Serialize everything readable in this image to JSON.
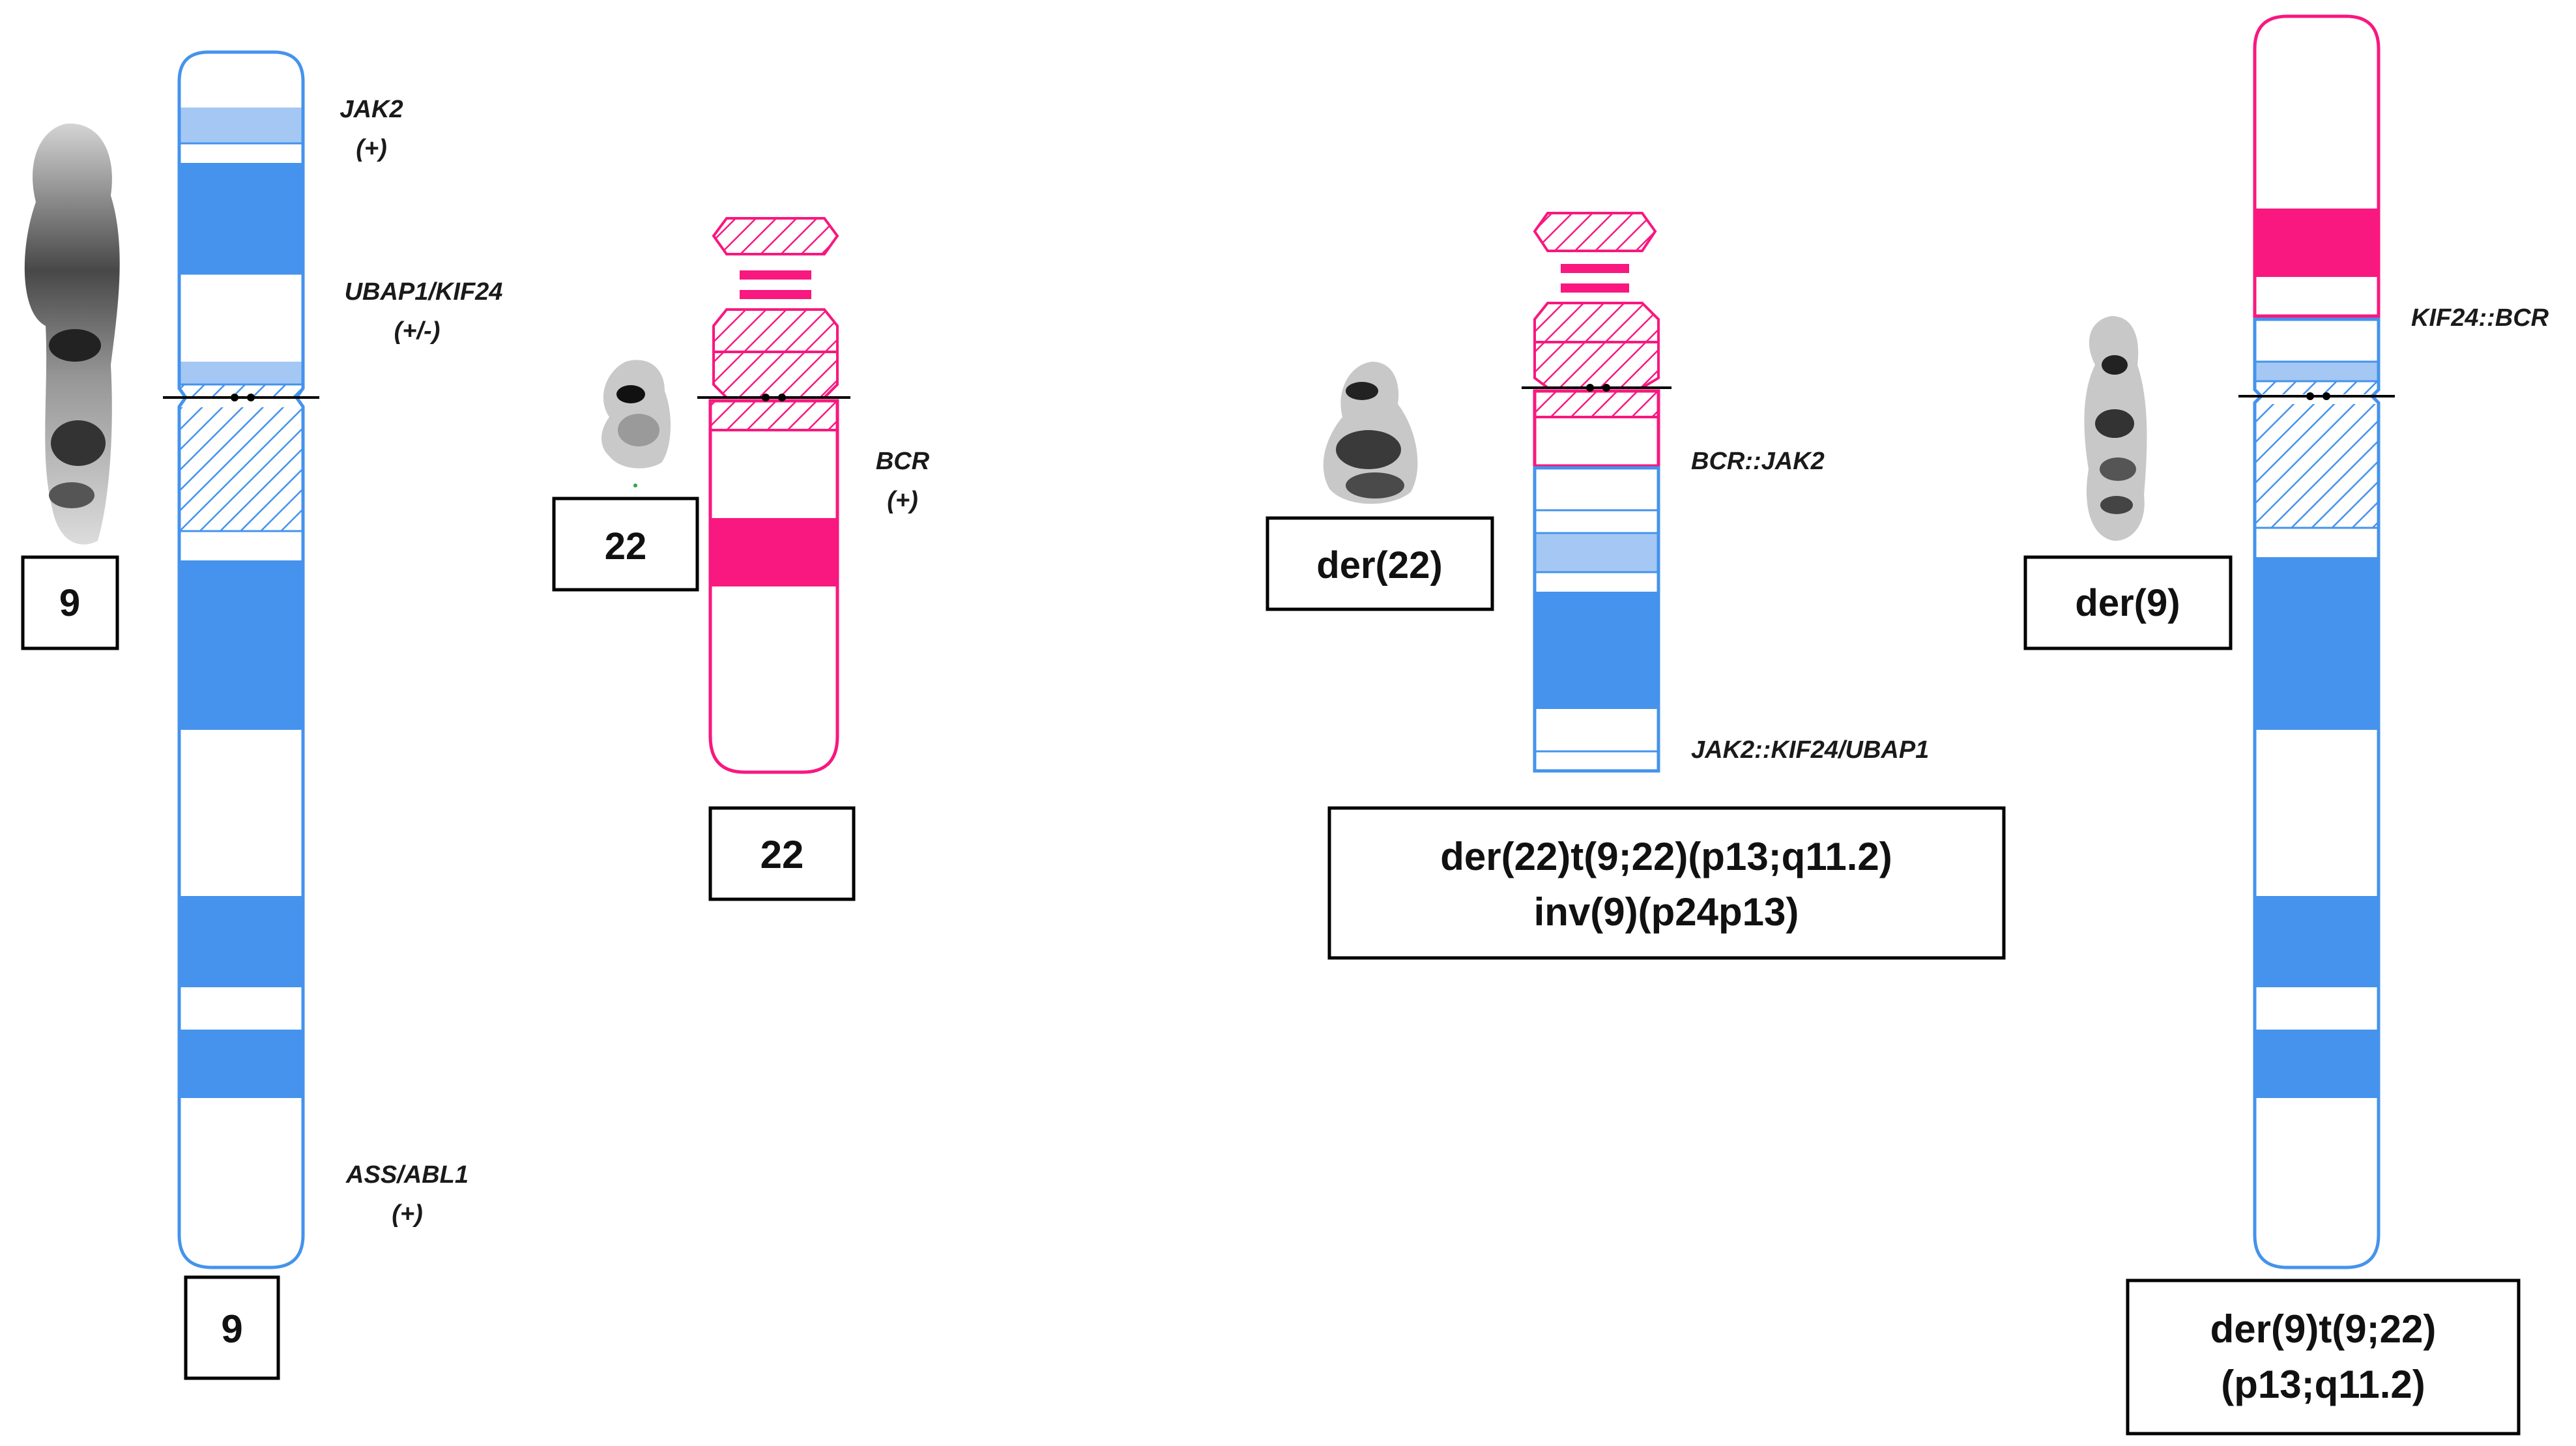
{
  "colors": {
    "blue": "#4593ec",
    "blue_light": "#a4c8f3",
    "pink": "#f8187f",
    "outline_blue": "#4593ec",
    "outline_pink": "#f8187f"
  },
  "chr9": {
    "karyotype_box": "9",
    "ideogram_box": "9",
    "labels": {
      "jak2": "JAK2",
      "jak2_status": "(+)",
      "ubap1": "UBAP1/KIF24",
      "ubap1_status": "(+/-)",
      "abl1": "ASS/ABL1",
      "abl1_status": "(+)"
    }
  },
  "chr22": {
    "karyotype_box": "22",
    "ideogram_box": "22",
    "labels": {
      "bcr": "BCR",
      "bcr_status": "(+)"
    }
  },
  "der22": {
    "karyotype_box": "der(22)",
    "formula_line1": "der(22)t(9;22)(p13;q11.2)",
    "formula_line2": "inv(9)(p24p13)",
    "labels": {
      "bcr_jak2": "BCR::JAK2",
      "jak2_kif24": "JAK2::KIF24/UBAP1"
    }
  },
  "der9": {
    "karyotype_box": "der(9)",
    "formula_line1": "der(9)t(9;22)",
    "formula_line2": "(p13;q11.2)",
    "labels": {
      "kif24_bcr": "KIF24::BCR"
    }
  }
}
